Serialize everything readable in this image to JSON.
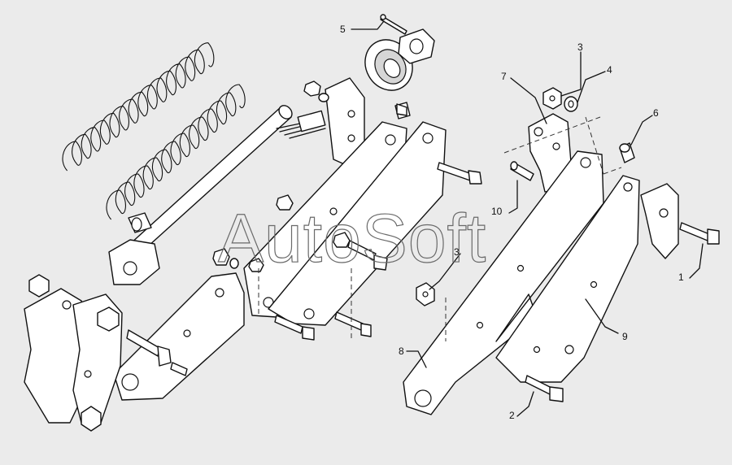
{
  "watermark": {
    "text": "AutoSoft"
  },
  "callouts": [
    {
      "id": "c5",
      "label": "5"
    },
    {
      "id": "c3a",
      "label": "3"
    },
    {
      "id": "c4",
      "label": "4"
    },
    {
      "id": "c7",
      "label": "7"
    },
    {
      "id": "c6",
      "label": "6"
    },
    {
      "id": "c10",
      "label": "10"
    },
    {
      "id": "c3b",
      "label": "3"
    },
    {
      "id": "c1",
      "label": "1"
    },
    {
      "id": "c9",
      "label": "9"
    },
    {
      "id": "c8",
      "label": "8"
    },
    {
      "id": "c2",
      "label": "2"
    }
  ],
  "colors": {
    "background": "#ebebeb",
    "ink": "#111111",
    "watermark": "#6a6a6a"
  }
}
